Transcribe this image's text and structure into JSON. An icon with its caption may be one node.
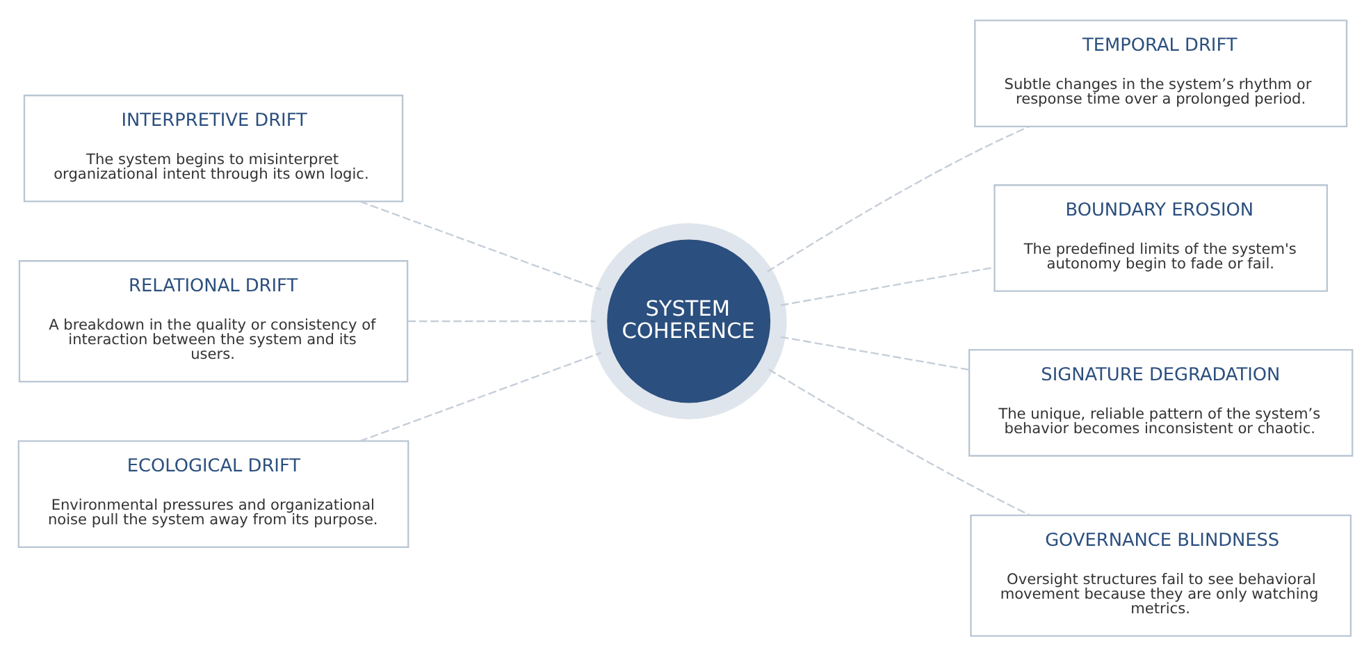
{
  "diagram": {
    "nodes": [
      {
        "text": [
          "INTERPRETIVE DRIFT",
          "The system begins to misinterpret organizational intent through its own logic."
        ]
      },
      {
        "text": [
          "RELATIONAL DRIFT",
          "A breakdown in the quality or consistency of interaction between the system and its users."
        ]
      },
      {
        "text": [
          "ECOLOGICAL DRIFT",
          "Environmental pressures and organizational noise pull the system away from its purpose."
        ]
      },
      {
        "text": [
          "SYSTEM COHERENCE"
        ]
      },
      {
        "text": [
          "TEMPORAL DRIFT",
          "Subtle changes in the system’s rhythm or response time over a prolonged period."
        ]
      },
      {
        "text": [
          "BOUNDARY EROSION",
          "The predefined limits of the system's autonomy begin to fade or fail."
        ]
      },
      {
        "text": [
          "SIGNATURE DEGRADATION",
          "The unique, reliable pattern of the system’s behavior becomes inconsistent or chaotic."
        ]
      },
      {
        "text": [
          "GOVERNANCE BLINDNESS",
          "Oversight structures fail to see behavioral movement because they are only watching metrics."
        ]
      }
    ],
    "edges": [
      {
        "from": 3,
        "to": 0,
        "arrow": "none",
        "style": "dashed"
      },
      {
        "from": 3,
        "to": 1,
        "arrow": "none",
        "style": "dashed"
      },
      {
        "from": 3,
        "to": 2,
        "arrow": "none",
        "style": "dashed"
      },
      {
        "from": 3,
        "to": 4,
        "arrow": "none",
        "style": "dashed"
      },
      {
        "from": 3,
        "to": 5,
        "arrow": "none",
        "style": "dashed"
      },
      {
        "from": 3,
        "to": 6,
        "arrow": "none",
        "style": "dashed"
      },
      {
        "from": 3,
        "to": 7,
        "arrow": "none",
        "style": "dashed"
      }
    ]
  }
}
